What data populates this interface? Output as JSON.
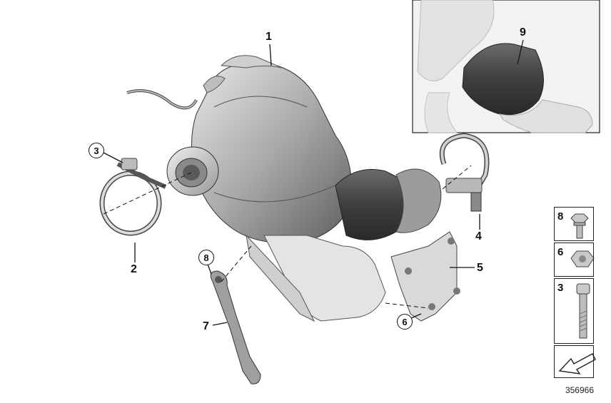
{
  "callouts": {
    "c1": "1",
    "c2": "2",
    "c3": "3",
    "c4": "4",
    "c5": "5",
    "c6": "6",
    "c7": "7",
    "c8": "8",
    "c9": "9"
  },
  "legend": {
    "items": [
      {
        "number": "8",
        "icon": "bolt-with-washer-icon"
      },
      {
        "number": "6",
        "icon": "hex-nut-icon"
      },
      {
        "number": "3",
        "icon": "hex-socket-screw-icon"
      }
    ],
    "arrow_icon": "direction-arrow-icon"
  },
  "diagram_id": "356966",
  "colors": {
    "line": "#111111",
    "metal_light": "#d9d9d9",
    "metal_mid": "#a6a6a6",
    "metal_dark": "#5a5a5a",
    "inset_bg": "#ededed"
  }
}
